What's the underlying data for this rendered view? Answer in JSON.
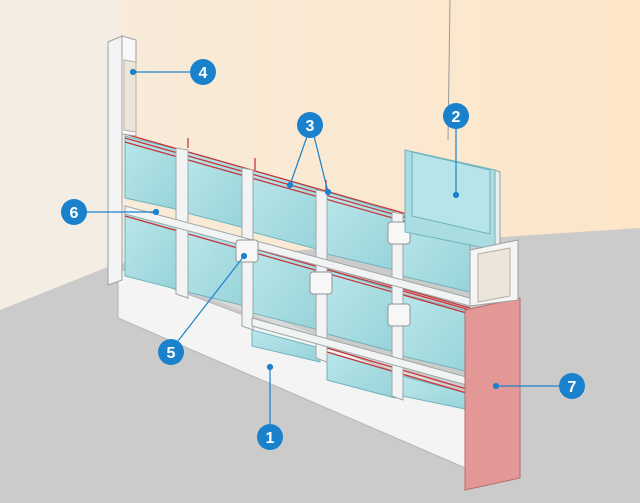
{
  "diagram": {
    "callouts": [
      {
        "id": "1",
        "label": "1"
      },
      {
        "id": "2",
        "label": "2"
      },
      {
        "id": "3",
        "label": "3"
      },
      {
        "id": "4",
        "label": "4"
      },
      {
        "id": "5",
        "label": "5"
      },
      {
        "id": "6",
        "label": "6"
      },
      {
        "id": "7",
        "label": "7"
      }
    ],
    "colors": {
      "wall": "#fbe9d4",
      "floor": "#cfcfd0",
      "glass": "#a9dde2",
      "glass_edge": "#6eb4bd",
      "frame": "#f2f3f3",
      "spacer_line": "#c7363a",
      "pillar": "#e39797",
      "badge": "#1a82cc"
    }
  }
}
